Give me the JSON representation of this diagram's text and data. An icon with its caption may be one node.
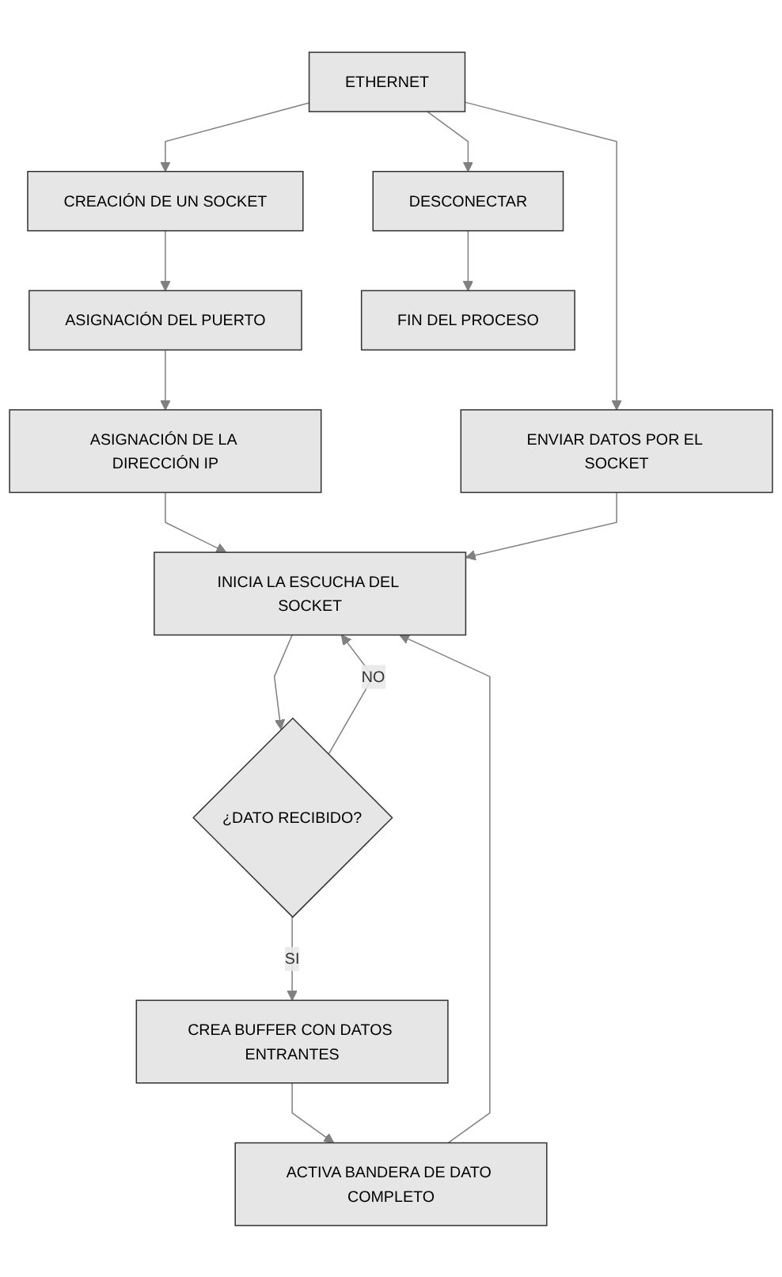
{
  "diagram": {
    "nodes": [
      {
        "text": [
          "ETHERNET"
        ]
      },
      {
        "text": [
          "CREACIÓN DE UN SOCKET"
        ]
      },
      {
        "text": [
          "ASIGNACIÓN DEL PUERTO"
        ]
      },
      {
        "text": [
          "ASIGNACIÓN DE LA DIRECCIÓN IP"
        ]
      },
      {
        "text": [
          "DESCONECTAR"
        ]
      },
      {
        "text": [
          "INICIA LA ESCUCHA DEL SOCKET"
        ]
      },
      {
        "text": [
          "ENVIAR DATOS POR EL SOCKET"
        ]
      },
      {
        "text": [
          "FIN DEL PROCESO"
        ]
      },
      {
        "text": [
          "¿DATO RECIBIDO?"
        ]
      },
      {
        "text": [
          "CREA BUFFER CON DATOS ENTRANTES"
        ]
      },
      {
        "text": [
          "ACTIVA BANDERA DE DATO COMPLETO"
        ]
      }
    ],
    "edges": [
      {
        "from": 0,
        "to": 4,
        "arrow": "to"
      },
      {
        "from": 0,
        "to": 1,
        "arrow": "to"
      },
      {
        "from": 0,
        "to": 6,
        "arrow": "to"
      },
      {
        "from": 1,
        "to": 2,
        "arrow": "to"
      },
      {
        "from": 2,
        "to": 3,
        "arrow": "to"
      },
      {
        "from": 3,
        "to": 5,
        "arrow": "to"
      },
      {
        "from": 6,
        "to": 5,
        "arrow": "to"
      },
      {
        "from": 4,
        "to": 7,
        "arrow": "to"
      },
      {
        "from": 5,
        "to": 8,
        "arrow": "to"
      },
      {
        "from": 8,
        "to": 5,
        "arrow": "to",
        "label": "NO"
      },
      {
        "from": 8,
        "to": 9,
        "arrow": "to",
        "label": "SI"
      },
      {
        "from": 9,
        "to": 10,
        "arrow": "to"
      },
      {
        "from": 10,
        "to": 5,
        "arrow": "to"
      }
    ]
  }
}
